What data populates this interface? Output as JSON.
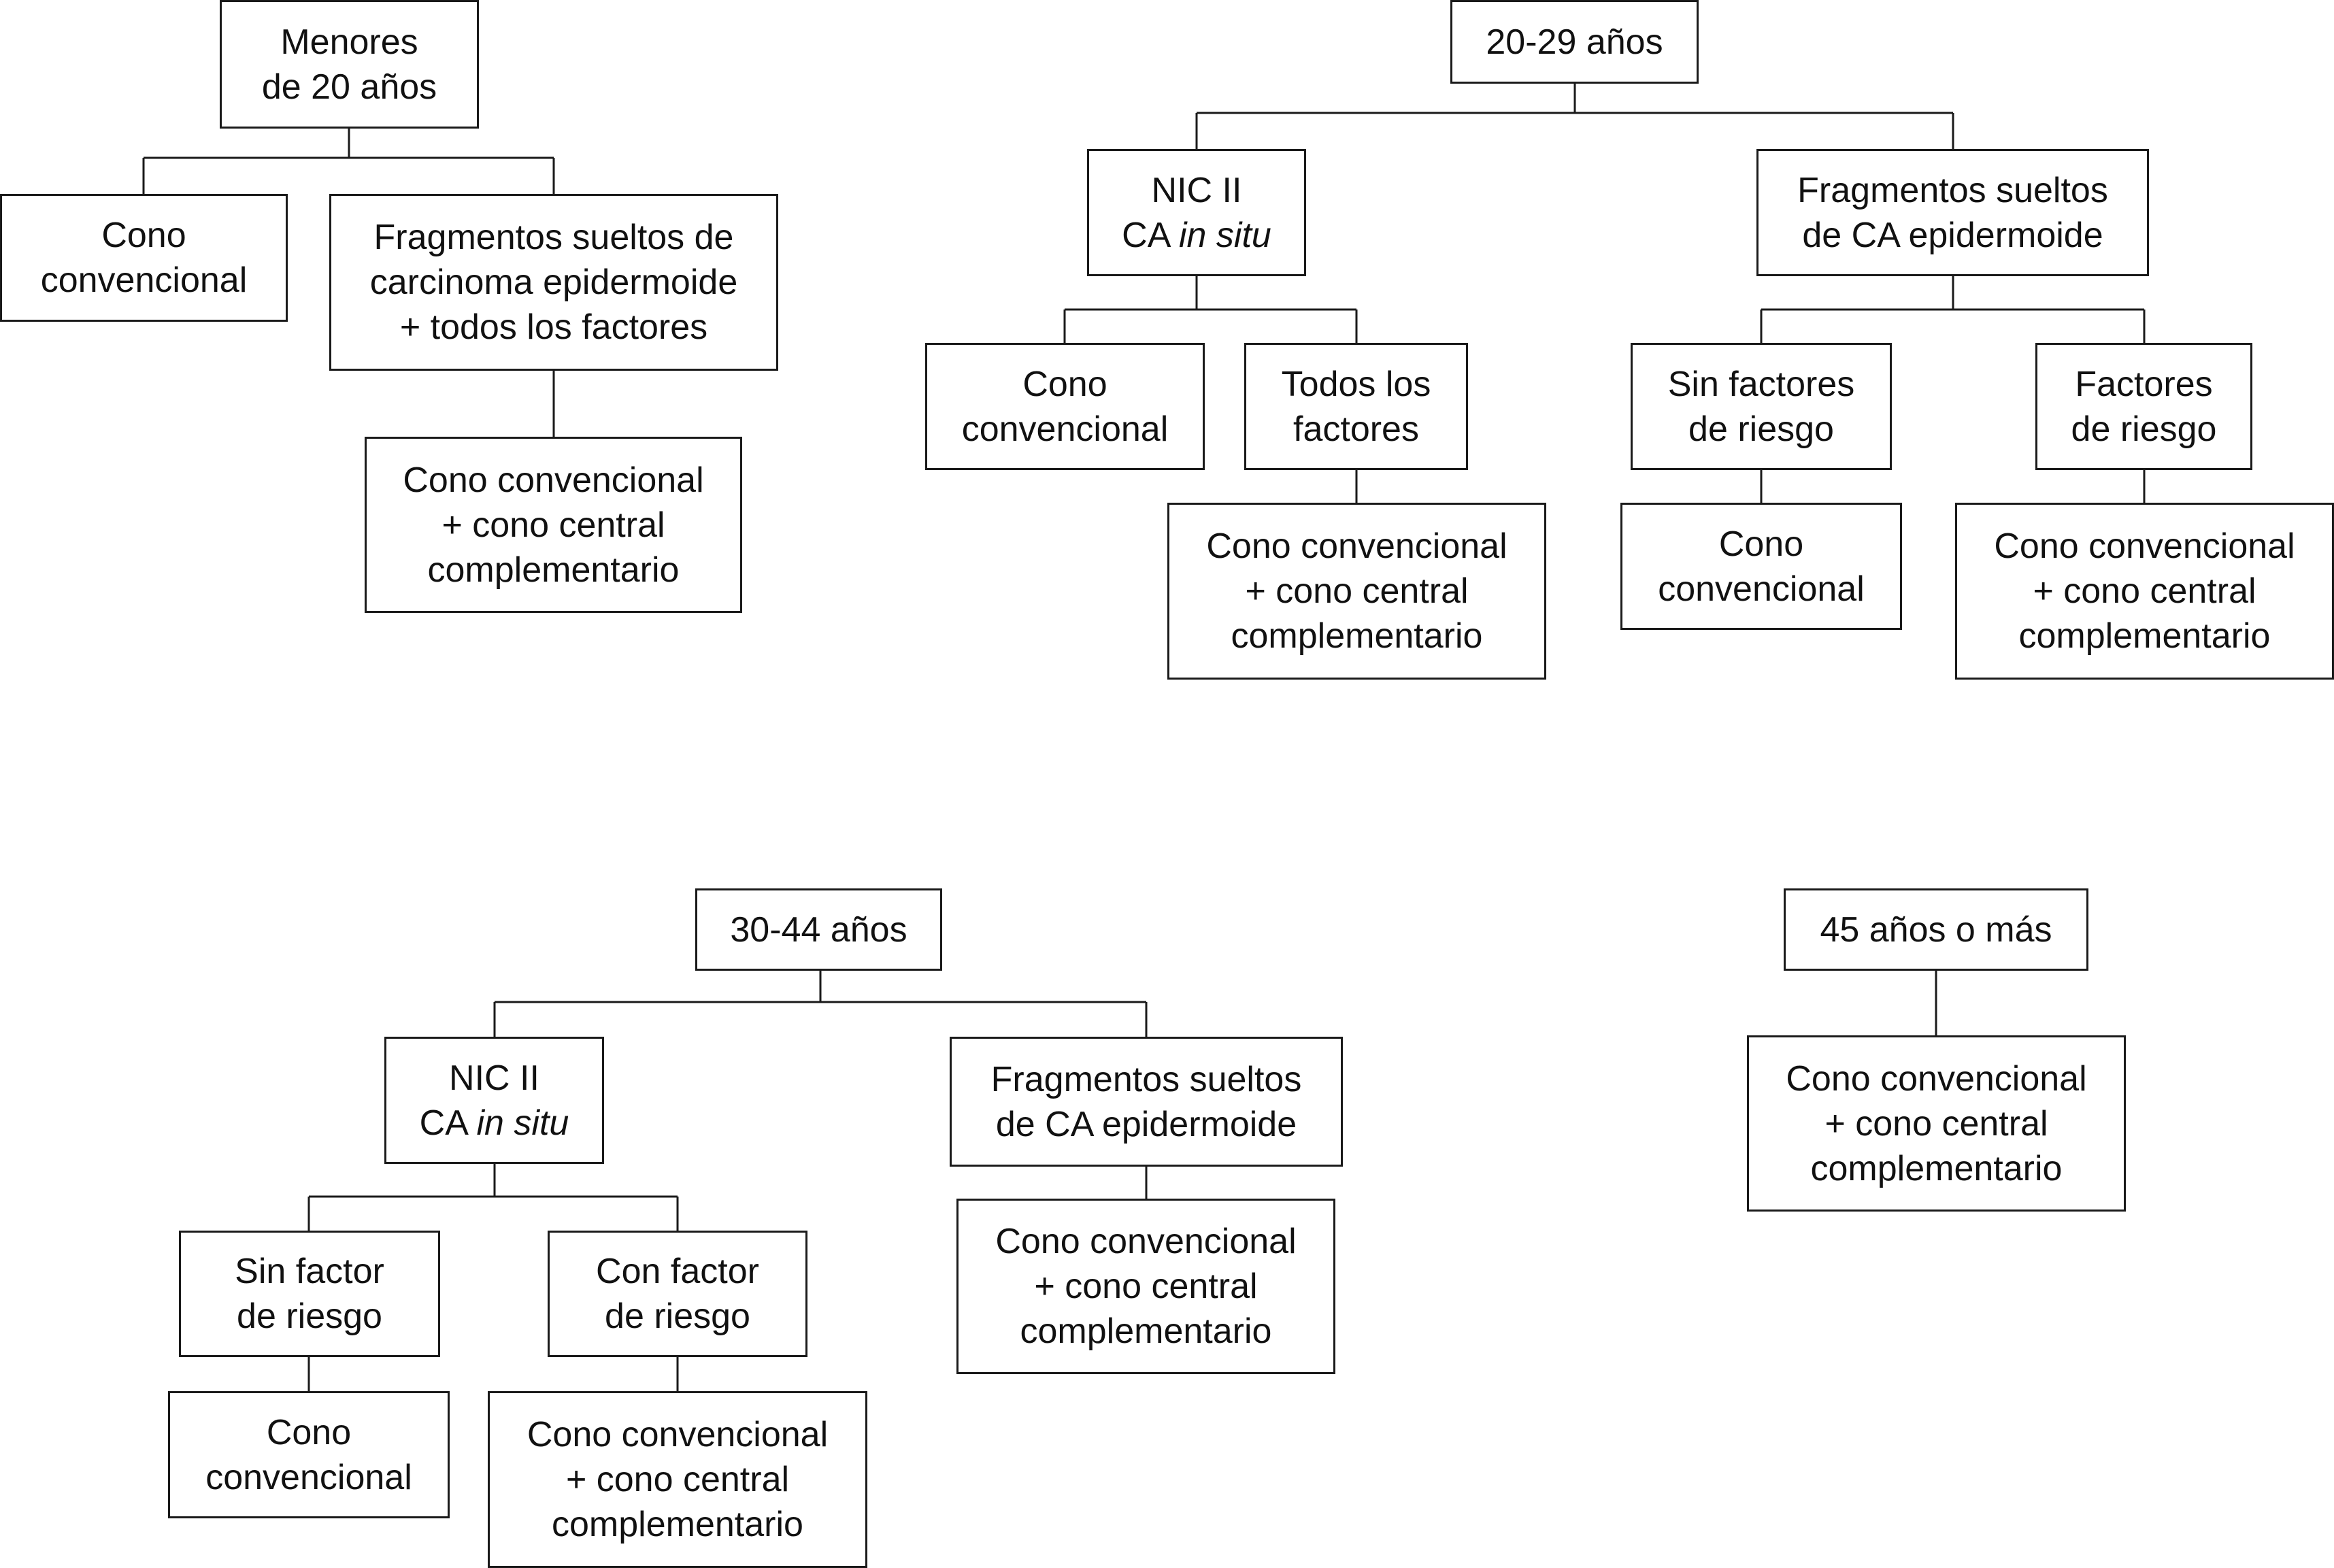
{
  "diagram": {
    "trees": [
      {
        "name": "menores-20",
        "root": {
          "lines": [
            "Menores",
            "de 20 años"
          ]
        },
        "children": [
          {
            "lines": [
              "Cono",
              "convencional"
            ]
          },
          {
            "lines": [
              "Fragmentos sueltos de",
              "carcinoma epidermoide",
              "+ todos los factores"
            ]
          },
          {
            "lines": [
              "Cono convencional",
              "+ cono central",
              "complementario"
            ]
          }
        ]
      },
      {
        "name": "20-29",
        "root": {
          "lines": [
            "20-29 años"
          ]
        },
        "nic": {
          "lines": [
            "NIC II"
          ],
          "ca_prefix": "CA ",
          "ca_italic": "in situ"
        },
        "fragmentos": {
          "lines": [
            "Fragmentos sueltos",
            "de CA epidermoide"
          ]
        },
        "nic_children": [
          {
            "lines": [
              "Cono",
              "convencional"
            ]
          },
          {
            "lines": [
              "Todos los",
              "factores"
            ]
          },
          {
            "lines": [
              "Cono convencional",
              "+ cono central",
              "complementario"
            ]
          }
        ],
        "frag_children": [
          {
            "lines": [
              "Sin factores",
              "de riesgo"
            ]
          },
          {
            "lines": [
              "Factores",
              "de riesgo"
            ]
          },
          {
            "lines": [
              "Cono",
              "convencional"
            ]
          },
          {
            "lines": [
              "Cono convencional",
              "+ cono central",
              "complementario"
            ]
          }
        ]
      },
      {
        "name": "30-44",
        "root": {
          "lines": [
            "30-44 años"
          ]
        },
        "nic": {
          "lines": [
            "NIC II"
          ],
          "ca_prefix": "CA ",
          "ca_italic": "in situ"
        },
        "fragmentos": {
          "lines": [
            "Fragmentos sueltos",
            "de CA epidermoide"
          ]
        },
        "nic_children": [
          {
            "lines": [
              "Sin factor",
              "de riesgo"
            ]
          },
          {
            "lines": [
              "Con factor",
              "de riesgo"
            ]
          },
          {
            "lines": [
              "Cono",
              "convencional"
            ]
          },
          {
            "lines": [
              "Cono convencional",
              "+ cono central",
              "complementario"
            ]
          }
        ],
        "frag_children": [
          {
            "lines": [
              "Cono convencional",
              "+ cono central",
              "complementario"
            ]
          }
        ]
      },
      {
        "name": "45-mas",
        "root": {
          "lines": [
            "45 años o más"
          ]
        },
        "children": [
          {
            "lines": [
              "Cono convencional",
              "+ cono central",
              "complementario"
            ]
          }
        ]
      }
    ],
    "colors": {
      "line": "#1a1a1a",
      "text": "#111111",
      "background": "#ffffff"
    }
  }
}
